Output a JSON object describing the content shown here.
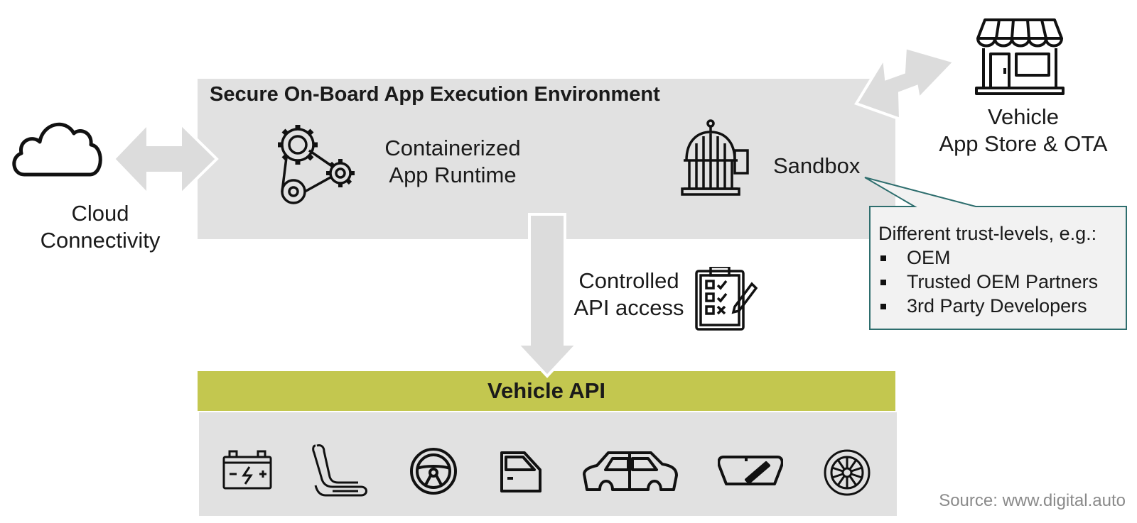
{
  "environment": {
    "title": "Secure On-Board App Execution Environment"
  },
  "runtime": {
    "label_line1": "Containerized",
    "label_line2": "App Runtime"
  },
  "sandbox": {
    "label": "Sandbox"
  },
  "store": {
    "label_line1": "Vehicle",
    "label_line2": "App Store & OTA"
  },
  "cloud": {
    "label_line1": "Cloud",
    "label_line2": "Connectivity"
  },
  "api_access": {
    "label_line1": "Controlled",
    "label_line2": "API access"
  },
  "callout": {
    "heading": "Different trust-levels, e.g.:",
    "items": [
      "OEM",
      "Trusted OEM Partners",
      "3rd Party Developers"
    ]
  },
  "vehicle_api": {
    "label": "Vehicle API"
  },
  "components": [
    "battery-icon",
    "seat-icon",
    "steering-wheel-icon",
    "car-door-icon",
    "car-body-icon",
    "windshield-wiper-icon",
    "wheel-icon"
  ],
  "source": "Source: www.digital.auto",
  "colors": {
    "box_fill": "#e1e1e1",
    "api_bar": "#c3c74f",
    "callout_border": "#2e6e6e",
    "arrow_fill": "#dcdcdc"
  }
}
